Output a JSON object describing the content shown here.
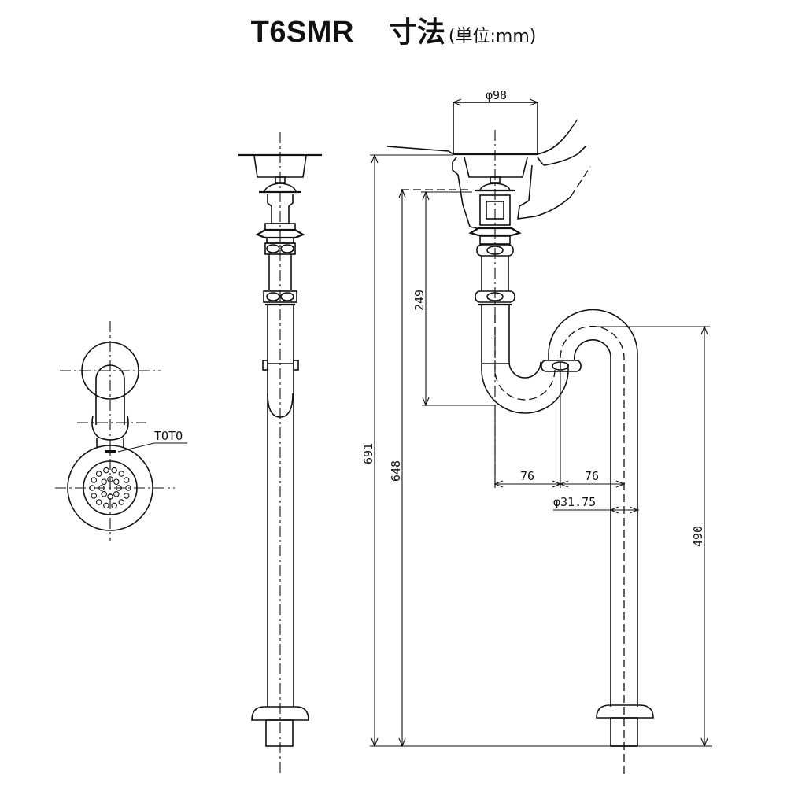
{
  "title": {
    "model": "T6SMR",
    "heading": "寸法",
    "unit": "(単位:mm)"
  },
  "top_view": {
    "brand_label": "TOTO"
  },
  "dimensions": {
    "bowl_diameter": "φ98",
    "total_height": "691",
    "outlet_height": "648",
    "trap_drop": "249",
    "trap_offset_left": "76",
    "trap_offset_right": "76",
    "pipe_diameter": "φ31.75",
    "riser_height": "490"
  },
  "colors": {
    "line": "#111111",
    "background": "#ffffff"
  }
}
